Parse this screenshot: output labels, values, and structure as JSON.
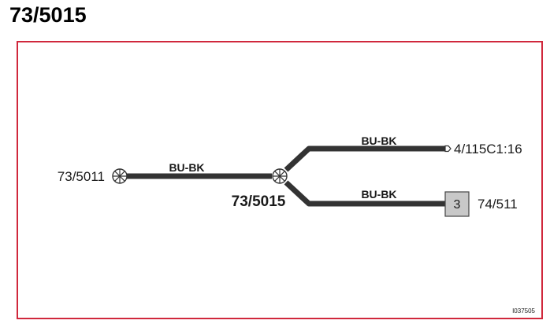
{
  "title": "73/5015",
  "colors": {
    "frame": "#d0283c",
    "wire": "#333333",
    "connector_fill": "#c8c8c8"
  },
  "left_connector": {
    "label": "73/5011",
    "icon": "circled-cross-connector-icon"
  },
  "splice": {
    "label": "73/5015",
    "icon": "circled-cross-splice-icon"
  },
  "wires": {
    "main_label": "BU-BK",
    "upper_label": "BU-BK",
    "lower_label": "BU-BK"
  },
  "upper_terminal": {
    "label": "4/115C1:16",
    "icon": "wire-end-terminal-icon"
  },
  "lower_connector": {
    "pin": "3",
    "label": "74/511"
  },
  "doc_code": "I037505"
}
